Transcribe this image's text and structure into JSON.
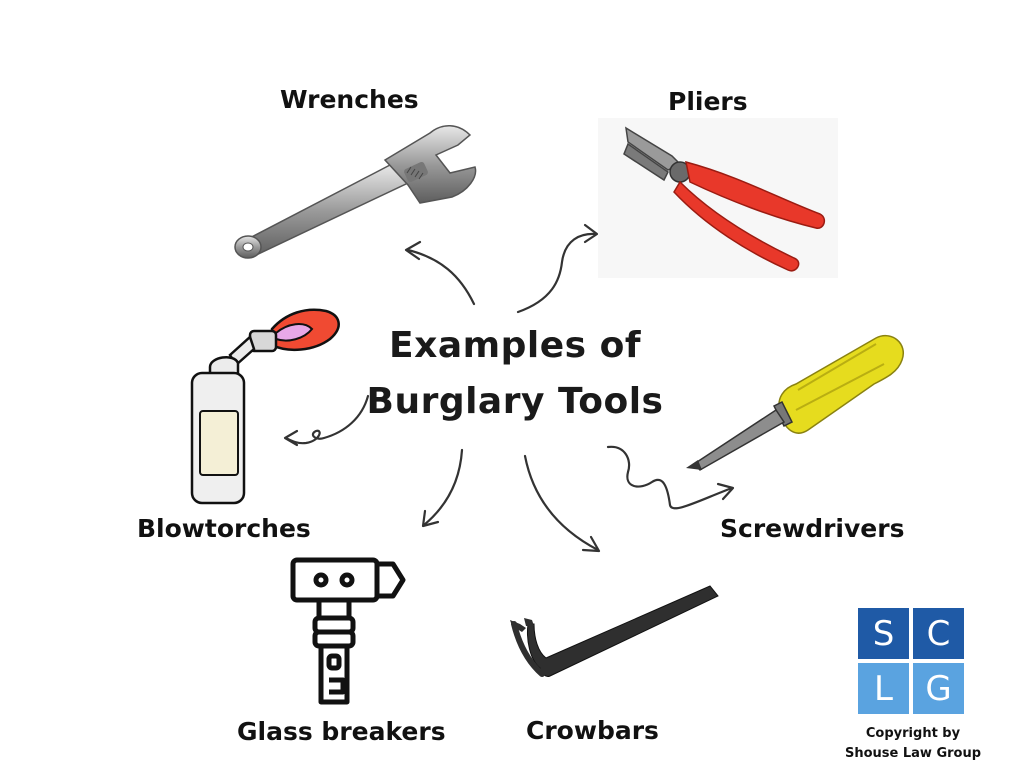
{
  "title": {
    "line1": "Examples of",
    "line2": "Burglary Tools"
  },
  "tools": {
    "wrenches": "Wrenches",
    "pliers": "Pliers",
    "blowtorches": "Blowtorches",
    "screwdrivers": "Screwdrivers",
    "glass_breakers": "Glass breakers",
    "crowbars": "Crowbars"
  },
  "logo": {
    "letters": [
      "S",
      "C",
      "L",
      "G"
    ],
    "colors": [
      "#1f5aa6",
      "#1f5aa6",
      "#5aa3e0",
      "#5aa3e0"
    ]
  },
  "copyright": {
    "line1": "Copyright by",
    "line2": "Shouse Law Group"
  },
  "colors": {
    "text": "#111111",
    "arrow": "#333333",
    "plier_handle": "#e8382a",
    "screwdriver_handle": "#e6dc1e",
    "flame": "#f04a32",
    "flame_inner": "#e8a8e8"
  }
}
